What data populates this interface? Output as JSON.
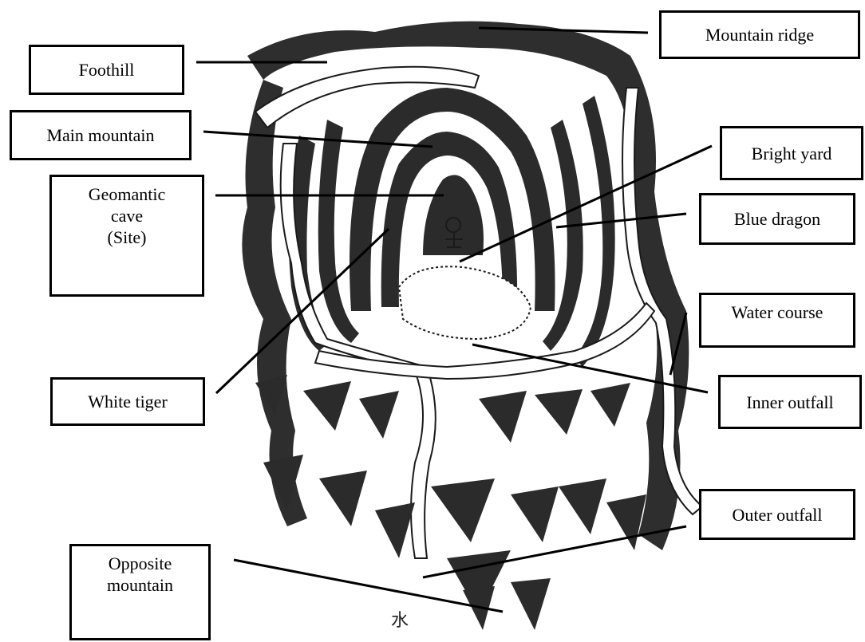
{
  "labels": {
    "mountain_ridge": "Mountain ridge",
    "foothill": "Foothill",
    "main_mountain": "Main mountain",
    "bright_yard": "Bright yard",
    "geomantic_cave": "Geomantic\ncave\n(Site)",
    "blue_dragon": "Blue dragon",
    "water_course": "Water course",
    "white_tiger": "White tiger",
    "inner_outfall": "Inner outfall",
    "outer_outfall": "Outer outfall",
    "opposite_mountain": "Opposite\nmountain"
  },
  "colors": {
    "ink": "#1a1a1a",
    "hatch": "#3a3a3a",
    "water": "#2a2a2a",
    "paper": "#ffffff"
  }
}
